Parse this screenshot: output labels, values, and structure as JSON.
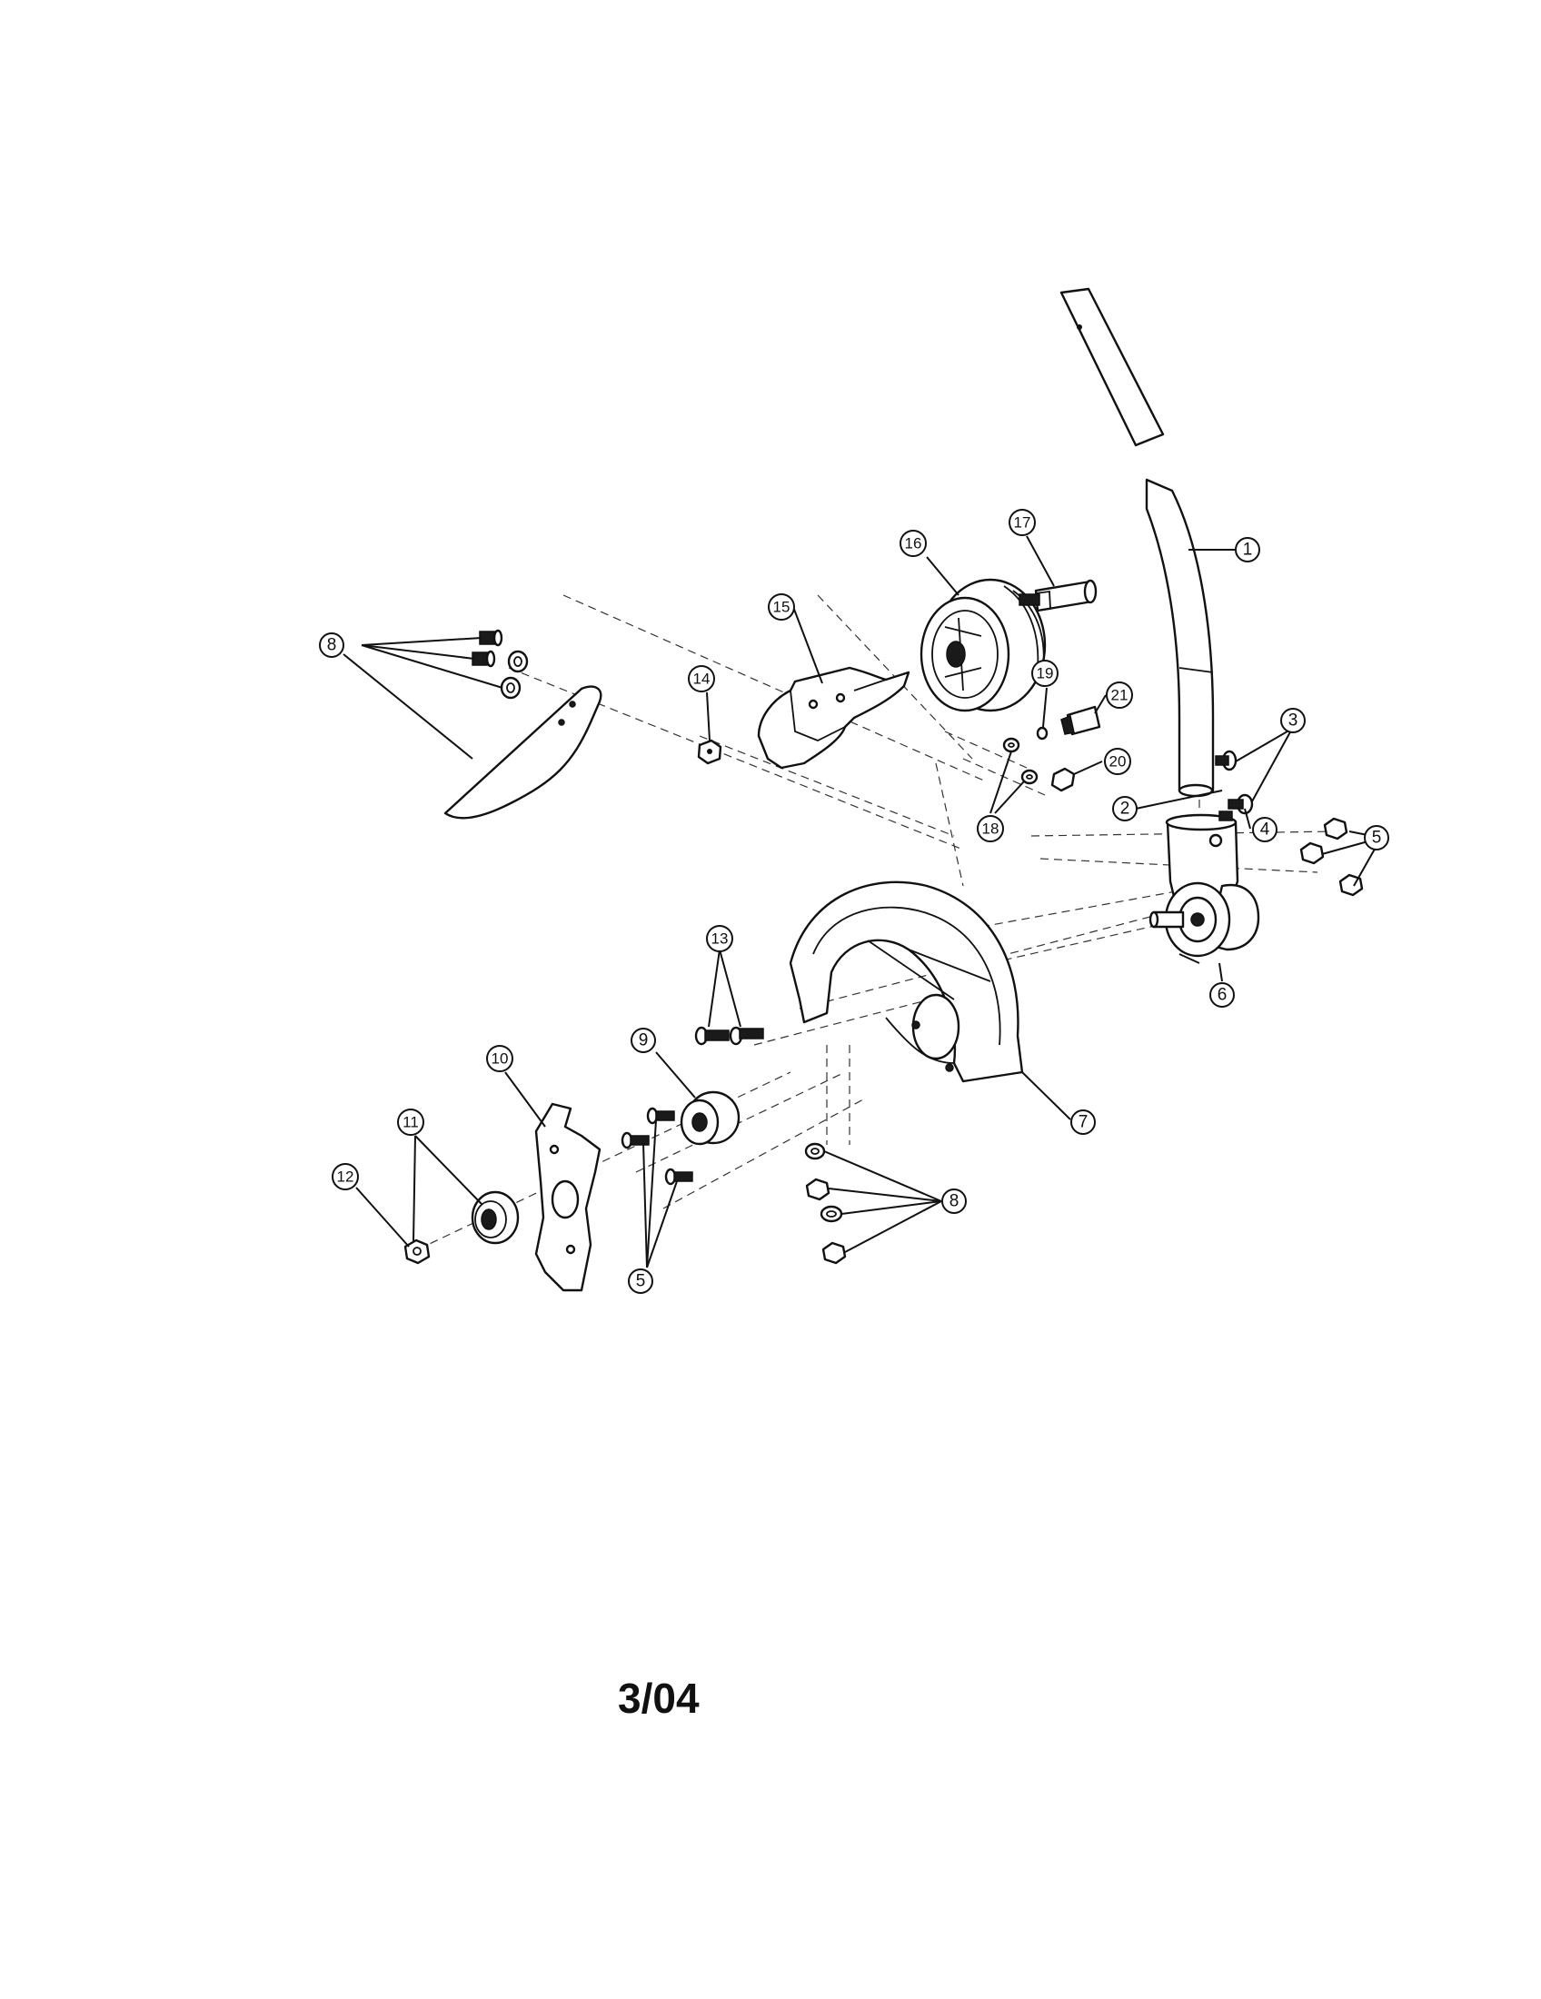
{
  "callout_numbers": [
    "1",
    "2",
    "3",
    "4",
    "5",
    "6",
    "7",
    "8",
    "9",
    "10",
    "11",
    "12",
    "13",
    "14",
    "15",
    "16",
    "17",
    "18",
    "19",
    "20",
    "21"
  ],
  "date_code": "3/04"
}
